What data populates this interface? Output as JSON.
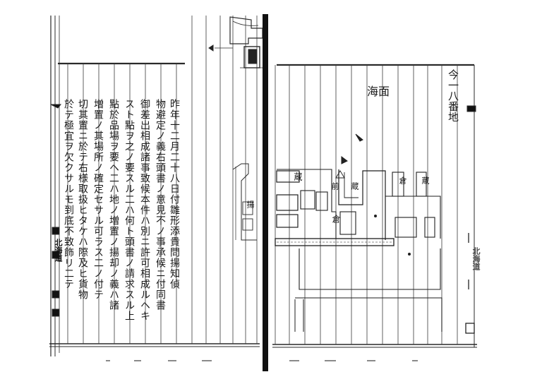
{
  "letter": {
    "columns": [
      "昨年十二月二十八日付雛形添貴問揚知偵",
      "物避定ノ義右頭書ノ意見不ノ事承候ニ付同書",
      "御差出相成諸事致候本件ハ別ニ許可相成ルヘキ",
      "スト點ヲ之ノ要スル二ハ何ト頭書ノ請求スル上",
      "點於品場ヲ要ヘ二ハ地ノ増置ノ揚却ノ義ハ諸",
      "増置ノ其場所ノ確定セサル可ラス二ノ付テ",
      "切其置ニ於テ右様取扱ヒタケハ際及ヒ貨物",
      "於テ極宜ヲ欠クサルモ到底不致飾リ二テ"
    ]
  },
  "tabs": {
    "left": "北海道",
    "right": "北海道"
  },
  "map": {
    "sea_label": "海面",
    "title_label": "今一八番地",
    "lot_labels": [
      "蔵",
      "前",
      "蔵",
      "倉",
      "蔵",
      "倉",
      "揚"
    ]
  }
}
